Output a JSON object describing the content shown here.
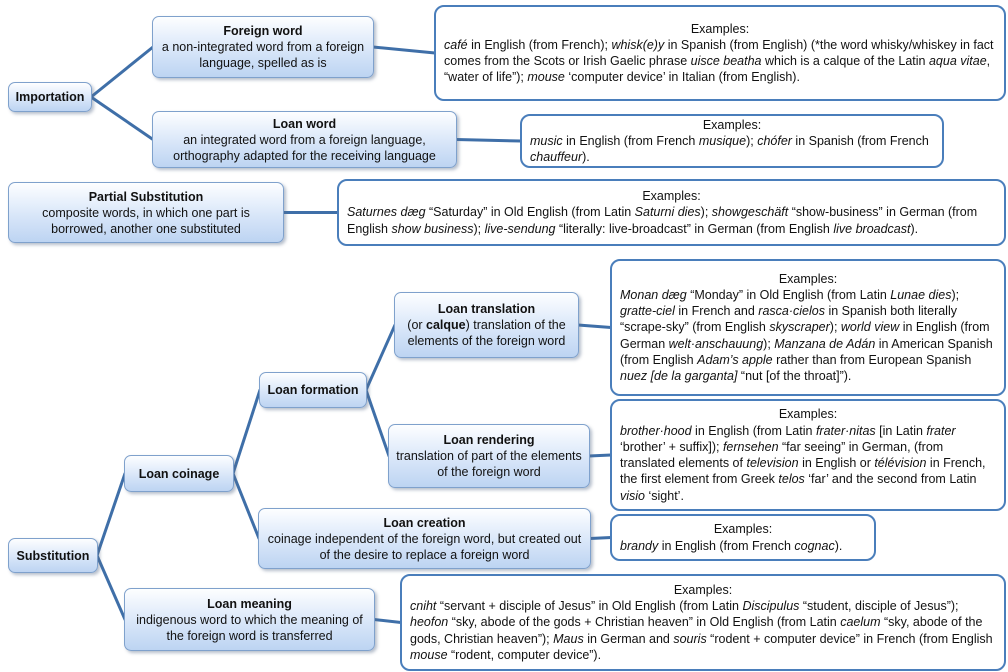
{
  "diagram": {
    "colors": {
      "connector": "#3f6fa8",
      "example_border": "#4a7ebb",
      "node_border": "#7fa1cc",
      "node_fill_top": "#fdfeff",
      "node_fill_bottom": "#bdd4f2"
    },
    "nodes": {
      "importation": {
        "title": "Importation"
      },
      "foreign_word": {
        "title": "Foreign word",
        "body": [
          {
            "t": "a non-integrated word from a foreign language, spelled as is"
          }
        ]
      },
      "loan_word": {
        "title": "Loan word",
        "body": [
          {
            "t": "an integrated word from a foreign language, orthography adapted for the receiving language"
          }
        ]
      },
      "partial_substitution": {
        "title": "Partial Substitution",
        "body": [
          {
            "t": "composite words, in which one part is borrowed, another one substituted"
          }
        ]
      },
      "loan_translation": {
        "title": "Loan translation",
        "body": [
          {
            "t": "(or "
          },
          {
            "t": "calque",
            "b": true
          },
          {
            "t": ") translation of the elements of the foreign word"
          }
        ]
      },
      "loan_formation": {
        "title": "Loan formation"
      },
      "loan_rendering": {
        "title": "Loan rendering",
        "body": [
          {
            "t": "translation of part of the elements of the foreign word"
          }
        ]
      },
      "loan_coinage": {
        "title": "Loan coinage"
      },
      "loan_creation": {
        "title": "Loan creation",
        "body": [
          {
            "t": "coinage independent of the foreign word, but created out of the desire to replace a foreign word"
          }
        ]
      },
      "substitution": {
        "title": "Substitution"
      },
      "loan_meaning": {
        "title": "Loan meaning",
        "body": [
          {
            "t": "indigenous word to which the meaning of the foreign word is transferred"
          }
        ]
      }
    },
    "examples": {
      "foreign_word": {
        "heading": "Examples:",
        "body": [
          {
            "t": "café",
            "i": true
          },
          {
            "t": " in English (from French); "
          },
          {
            "t": "whisk(e)y",
            "i": true
          },
          {
            "t": " in Spanish (from English) (*the word whisky/whiskey in fact comes from the Scots or Irish Gaelic phrase "
          },
          {
            "t": "uisce beatha",
            "i": true
          },
          {
            "t": " which is a calque of the Latin "
          },
          {
            "t": "aqua vitae",
            "i": true
          },
          {
            "t": ", “water of life”); "
          },
          {
            "t": "mouse",
            "i": true
          },
          {
            "t": " ‘computer device’ in Italian (from English)."
          }
        ]
      },
      "loan_word": {
        "heading": "Examples:",
        "body": [
          {
            "t": "music",
            "i": true
          },
          {
            "t": " in English (from French "
          },
          {
            "t": "musique",
            "i": true
          },
          {
            "t": "); "
          },
          {
            "t": "chófer",
            "i": true
          },
          {
            "t": " in Spanish (from French "
          },
          {
            "t": "chauffeur",
            "i": true
          },
          {
            "t": ")."
          }
        ]
      },
      "partial_substitution": {
        "heading": "Examples:",
        "body": [
          {
            "t": "Saturnes dæg",
            "i": true
          },
          {
            "t": " “Saturday” in Old English (from Latin "
          },
          {
            "t": "Saturni dies",
            "i": true
          },
          {
            "t": "); "
          },
          {
            "t": "showgeschäft",
            "i": true
          },
          {
            "t": " “show-business” in German (from English "
          },
          {
            "t": "show business",
            "i": true
          },
          {
            "t": "); "
          },
          {
            "t": "live-sendung",
            "i": true
          },
          {
            "t": " “literally: live-broadcast” in German (from English "
          },
          {
            "t": "live broadcast",
            "i": true
          },
          {
            "t": ")."
          }
        ]
      },
      "loan_translation": {
        "heading": "Examples:",
        "body": [
          {
            "t": "Monan dæg",
            "i": true
          },
          {
            "t": " “Monday” in Old English (from Latin "
          },
          {
            "t": "Lunae dies",
            "i": true
          },
          {
            "t": "); "
          },
          {
            "t": "gratte-ciel",
            "i": true
          },
          {
            "t": " in French and "
          },
          {
            "t": "rasca·cielos",
            "i": true
          },
          {
            "t": " in Spanish both literally “scrape-sky” (from English "
          },
          {
            "t": "skyscraper",
            "i": true
          },
          {
            "t": "); "
          },
          {
            "t": "world view",
            "i": true
          },
          {
            "t": " in English (from German "
          },
          {
            "t": "welt·anschauung",
            "i": true
          },
          {
            "t": "); "
          },
          {
            "t": "Manzana de Adán",
            "i": true
          },
          {
            "t": " in American Spanish (from English "
          },
          {
            "t": "Adam’s apple",
            "i": true
          },
          {
            "t": " rather than from European Spanish "
          },
          {
            "t": "nuez [de la garganta]",
            "i": true
          },
          {
            "t": " “nut [of the throat]”)."
          }
        ]
      },
      "loan_rendering": {
        "heading": "Examples:",
        "body": [
          {
            "t": "brother·hood",
            "i": true
          },
          {
            "t": " in English (from Latin "
          },
          {
            "t": "frater·nitas",
            "i": true
          },
          {
            "t": " [in Latin "
          },
          {
            "t": "frater",
            "i": true
          },
          {
            "t": " ‘brother’ + suffix]); "
          },
          {
            "t": "fernsehen",
            "i": true
          },
          {
            "t": " “far seeing” in German, (from translated elements of "
          },
          {
            "t": "television",
            "i": true
          },
          {
            "t": " in English or "
          },
          {
            "t": "télévision",
            "i": true
          },
          {
            "t": " in French, the first element from Greek "
          },
          {
            "t": "telos",
            "i": true
          },
          {
            "t": " ‘far’ and the second from Latin "
          },
          {
            "t": "visio",
            "i": true
          },
          {
            "t": " ‘sight’."
          }
        ]
      },
      "loan_creation": {
        "heading": "Examples:",
        "body": [
          {
            "t": "brandy",
            "i": true
          },
          {
            "t": " in English (from French "
          },
          {
            "t": "cognac",
            "i": true
          },
          {
            "t": ")."
          }
        ]
      },
      "loan_meaning": {
        "heading": "Examples:",
        "body": [
          {
            "t": "cniht",
            "i": true
          },
          {
            "t": " “servant + disciple of Jesus” in Old English (from Latin "
          },
          {
            "t": "Discipulus",
            "i": true
          },
          {
            "t": " “student, disciple of Jesus”); "
          },
          {
            "t": "heofon",
            "i": true
          },
          {
            "t": " “sky, abode of the gods + Christian heaven” in Old English (from Latin "
          },
          {
            "t": "caelum",
            "i": true
          },
          {
            "t": " “sky, abode of the gods, Christian heaven”); "
          },
          {
            "t": "Maus",
            "i": true
          },
          {
            "t": " in German and "
          },
          {
            "t": "souris",
            "i": true
          },
          {
            "t": " “rodent + computer device” in French (from English "
          },
          {
            "t": "mouse",
            "i": true
          },
          {
            "t": " “rodent, computer device”)."
          }
        ]
      }
    },
    "edges": [
      [
        "node-importation",
        "node-foreign-word"
      ],
      [
        "node-importation",
        "node-loan-word"
      ],
      [
        "node-foreign-word",
        "examples-foreign-word"
      ],
      [
        "node-loan-word",
        "examples-loan-word"
      ],
      [
        "node-partial-substitution",
        "examples-partial-substitution"
      ],
      [
        "node-loan-translation",
        "examples-loan-translation"
      ],
      [
        "node-loan-formation",
        "node-loan-translation"
      ],
      [
        "node-loan-formation",
        "node-loan-rendering"
      ],
      [
        "node-loan-rendering",
        "examples-loan-rendering"
      ],
      [
        "node-loan-coinage",
        "node-loan-formation"
      ],
      [
        "node-loan-coinage",
        "node-loan-creation"
      ],
      [
        "node-loan-creation",
        "examples-loan-creation"
      ],
      [
        "node-substitution",
        "node-loan-coinage"
      ],
      [
        "node-substitution",
        "node-loan-meaning"
      ],
      [
        "node-loan-meaning",
        "examples-loan-meaning"
      ]
    ]
  }
}
